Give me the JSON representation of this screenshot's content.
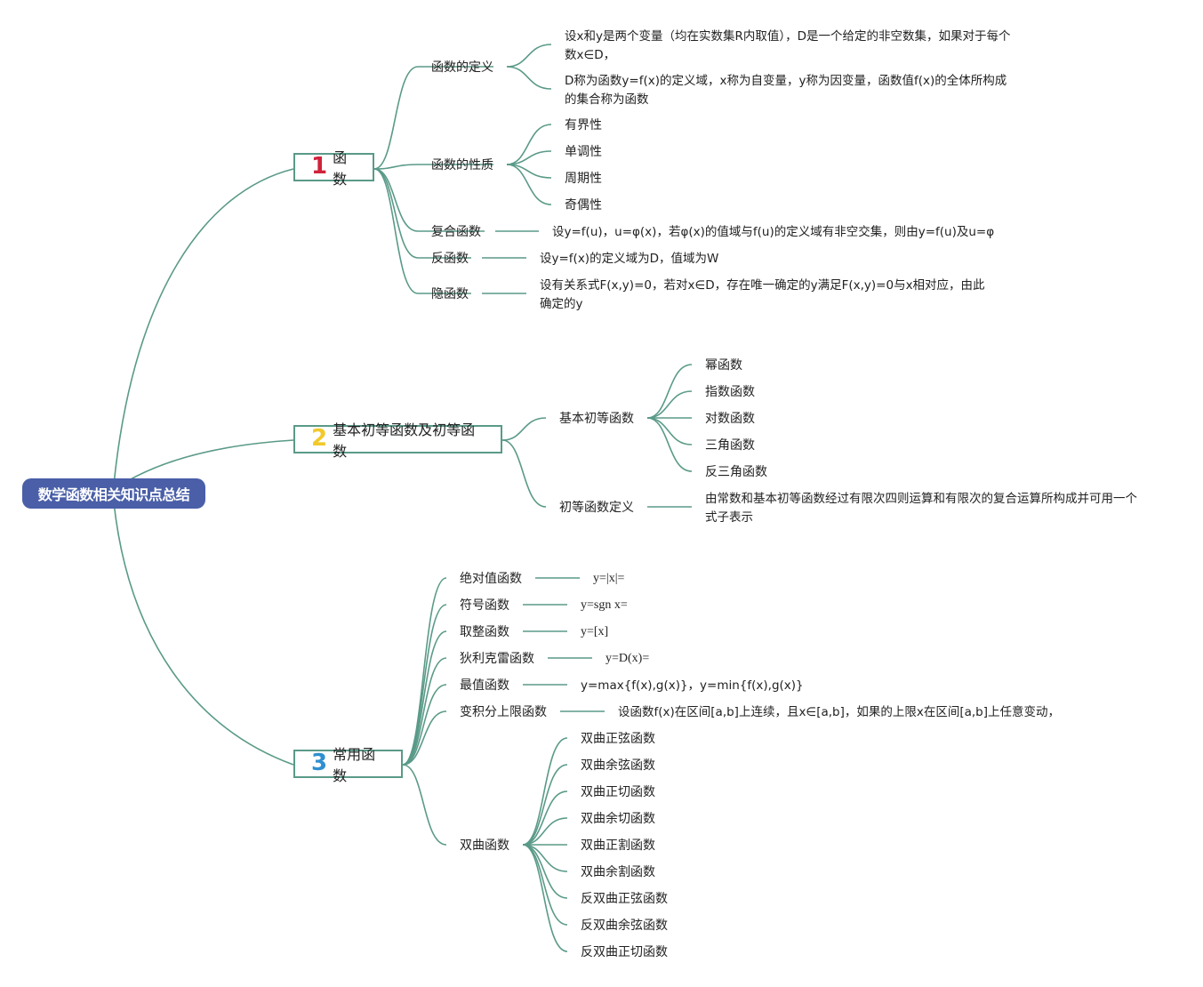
{
  "title": "数学函数相关知识点总结",
  "colors": {
    "root": "#4a5fa8",
    "line": "#5a9a88",
    "num1": "#d0233b",
    "num2": "#f2c92a",
    "num3": "#2f8fd0"
  },
  "b1": {
    "num": "1",
    "label": "函数",
    "def": {
      "label": "函数的定义",
      "t1": "设x和y是两个变量（均在实数集R内取值），D是一个给定的非空数集，如果对于每个数x∈D，",
      "t2": "D称为函数y=f(x)的定义域，x称为自变量，y称为因变量，函数值f(x)的全体所构成的集合称为函数"
    },
    "prop": {
      "label": "函数的性质",
      "items": [
        "有界性",
        "单调性",
        "周期性",
        "奇偶性"
      ]
    },
    "comp": {
      "label": "复合函数",
      "text": "设y=f(u)，u=φ(x)，若φ(x)的值域与f(u)的定义域有非空交集，则由y=f(u)及u=φ"
    },
    "inv": {
      "label": "反函数",
      "text": "设y=f(x)的定义域为D，值域为W"
    },
    "impl": {
      "label": "隐函数",
      "text": "设有关系式F(x,y)=0，若对x∈D，存在唯一确定的y满足F(x,y)=0与x相对应，由此确定的y"
    }
  },
  "b2": {
    "num": "2",
    "label": "基本初等函数及初等函数",
    "basic": {
      "label": "基本初等函数",
      "items": [
        "幂函数",
        "指数函数",
        "对数函数",
        "三角函数",
        "反三角函数"
      ]
    },
    "elem": {
      "label": "初等函数定义",
      "text": "由常数和基本初等函数经过有限次四则运算和有限次的复合运算所构成并可用一个式子表示"
    }
  },
  "b3": {
    "num": "3",
    "label": "常用函数",
    "rows": [
      {
        "label": "绝对值函数",
        "text": "y=|x|="
      },
      {
        "label": "符号函数",
        "text": "y=sgn x="
      },
      {
        "label": "取整函数",
        "text": "y=[x]"
      },
      {
        "label": "狄利克雷函数",
        "text": "y=D(x)="
      },
      {
        "label": "最值函数",
        "text": "y=max{f(x),g(x)}，y=min{f(x),g(x)}"
      },
      {
        "label": "变积分上限函数",
        "text": "设函数f(x)在区间[a,b]上连续，且x∈[a,b]，如果的上限x在区间[a,b]上任意变动，"
      }
    ],
    "hyper": {
      "label": "双曲函数",
      "items": [
        "双曲正弦函数",
        "双曲余弦函数",
        "双曲正切函数",
        "双曲余切函数",
        "双曲正割函数",
        "双曲余割函数",
        "反双曲正弦函数",
        "反双曲余弦函数",
        "反双曲正切函数"
      ]
    }
  }
}
